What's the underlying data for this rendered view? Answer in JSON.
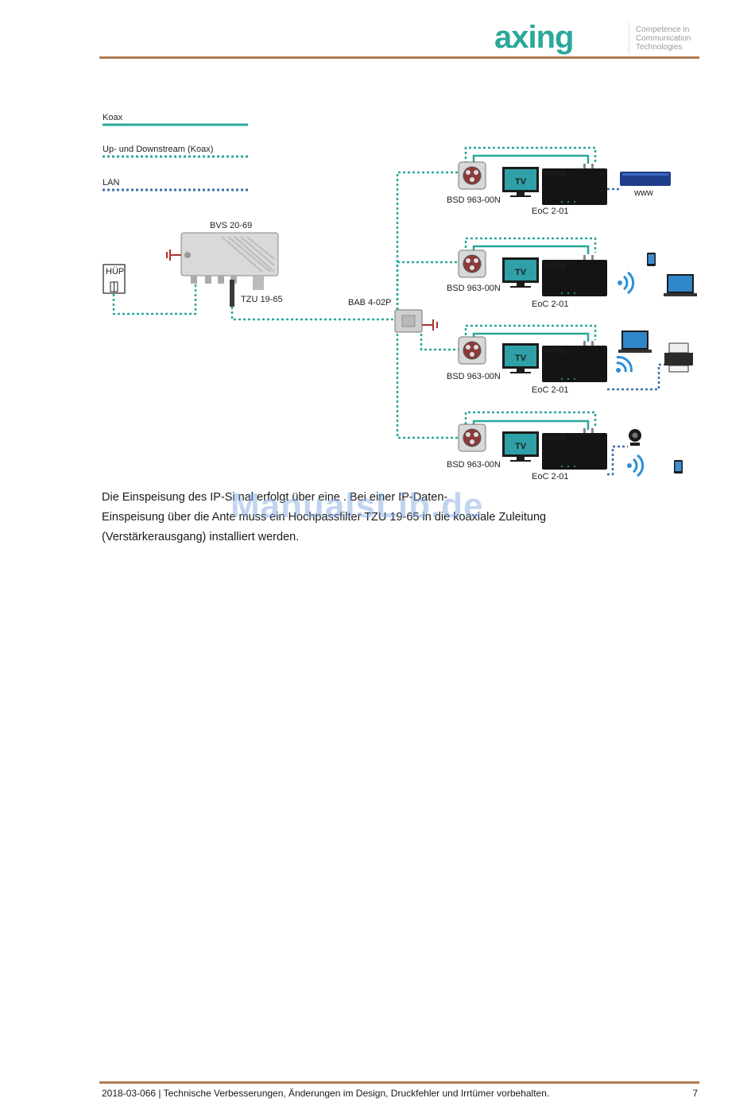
{
  "header": {
    "logo_text": "axing",
    "tagline": [
      "Competence in",
      "Communication",
      "Technologies"
    ],
    "brand_color": "#2aa89a",
    "rule_color": "#b07a4f"
  },
  "legend": {
    "items": [
      {
        "label": "Koax",
        "style": "solid",
        "color": "#2aa89a"
      },
      {
        "label": "Up- und Downstream (Koax)",
        "style": "dotted",
        "color": "#2aa89a"
      },
      {
        "label": "LAN",
        "style": "dotted",
        "color": "#3c6ea8"
      }
    ]
  },
  "diagram": {
    "amplifier": "BVS 20-69",
    "hup": "HÜP",
    "highpass": "TZU 19-65",
    "splitter": "BAB 4-02P",
    "outlet": "BSD 963-00N",
    "modem": "EoC 2-01",
    "tv": "TV",
    "www": "www",
    "modem_brand": "axing"
  },
  "body": {
    "lines": [
      "Die Einspeisung des IP-Si   nal   erfolgt über eine                                            . Bei einer IP-Daten-",
      "Einspeisung über die Ante              muss ein Hochpassfilter TZU 19-65 in die koaxiale Zuleitung",
      "(Verstärkerausgang) installiert werden."
    ],
    "watermark": "ManualsLib.de"
  },
  "footer": {
    "text": "2018-03-066 | Technische Verbesserungen, Änderungen im Design, Druckfehler und Irrtümer vorbehalten.",
    "page": "7"
  }
}
